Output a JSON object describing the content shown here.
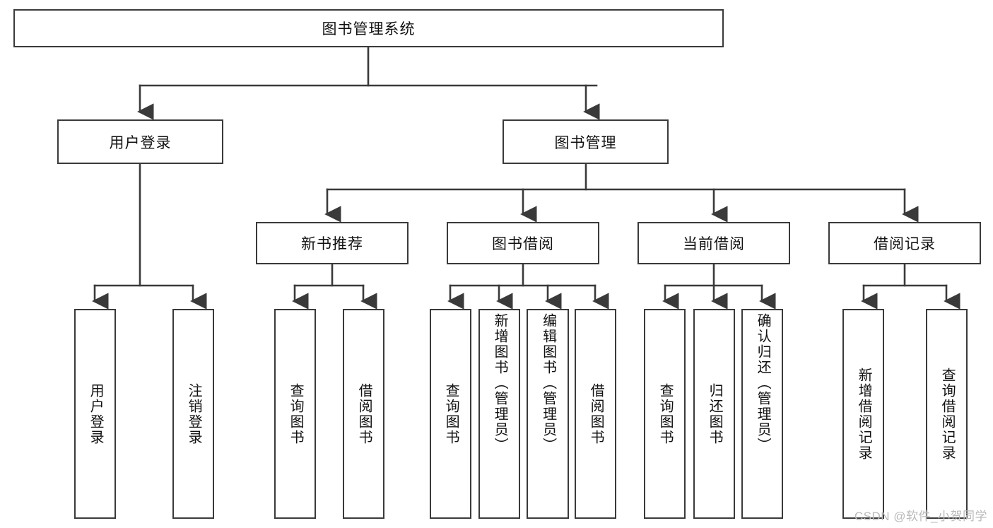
{
  "diagram": {
    "title": "图书管理系统",
    "type": "tree-hierarchy-chart",
    "watermark": "CSDN @软件_小贺同学",
    "colors": {
      "stroke": "#3a3a3a",
      "fill": "#ffffff",
      "text": "#111111",
      "watermark": "#b9b9b9"
    }
  },
  "nodes": {
    "root": "图书管理系统",
    "level2": {
      "user_login": "用户登录",
      "book_manage": "图书管理"
    },
    "level3": {
      "new_book_rec": "新书推荐",
      "book_borrow": "图书借阅",
      "current_borrow": "当前借阅",
      "borrow_record": "借阅记录"
    },
    "leaves": {
      "user_login_1": "用户登录",
      "user_login_2": "注销登录",
      "new_book_1": "查询图书",
      "new_book_2": "借阅图书",
      "borrow_1": "查询图书",
      "borrow_2": "新增图书（管理员）",
      "borrow_3": "编辑图书（管理员）",
      "borrow_4": "借阅图书",
      "current_1": "查询图书",
      "current_2": "归还图书",
      "current_3": "确认归还（管理员）",
      "record_1": "新增借阅记录",
      "record_2": "查询借阅记录"
    }
  }
}
